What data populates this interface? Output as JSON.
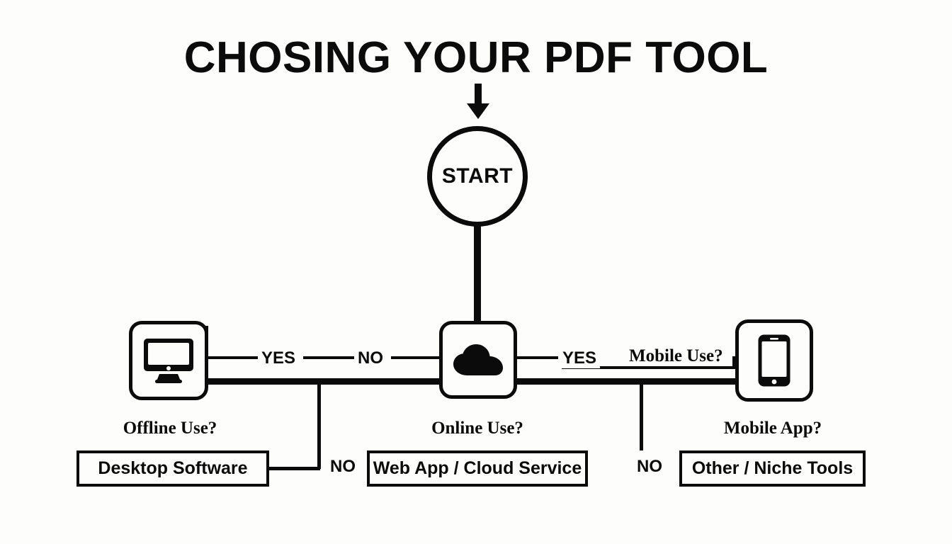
{
  "title": "CHOSING YOUR PDF TOOL",
  "start": {
    "label": "START",
    "icon": "start-circle"
  },
  "arrow": {
    "icon": "arrow-down-icon"
  },
  "nodes": [
    {
      "id": "desktop",
      "icon": "desktop-monitor-icon",
      "question": "Offline Use?",
      "result": "Desktop Software"
    },
    {
      "id": "cloud",
      "icon": "cloud-icon",
      "question": "Online Use?",
      "result": "Web App / Cloud Service"
    },
    {
      "id": "mobile",
      "icon": "smartphone-icon",
      "question": "Mobile App?",
      "result": "Other / Niche Tools"
    }
  ],
  "edge_labels": {
    "left_yes": "YES",
    "left_no": "NO",
    "right_yes": "YES",
    "mobile_use": "Mobile Use?",
    "desktop_no": "NO",
    "mobile_no": "NO"
  },
  "colors": {
    "ink": "#0b0b0b",
    "background": "#fdfdfb"
  }
}
